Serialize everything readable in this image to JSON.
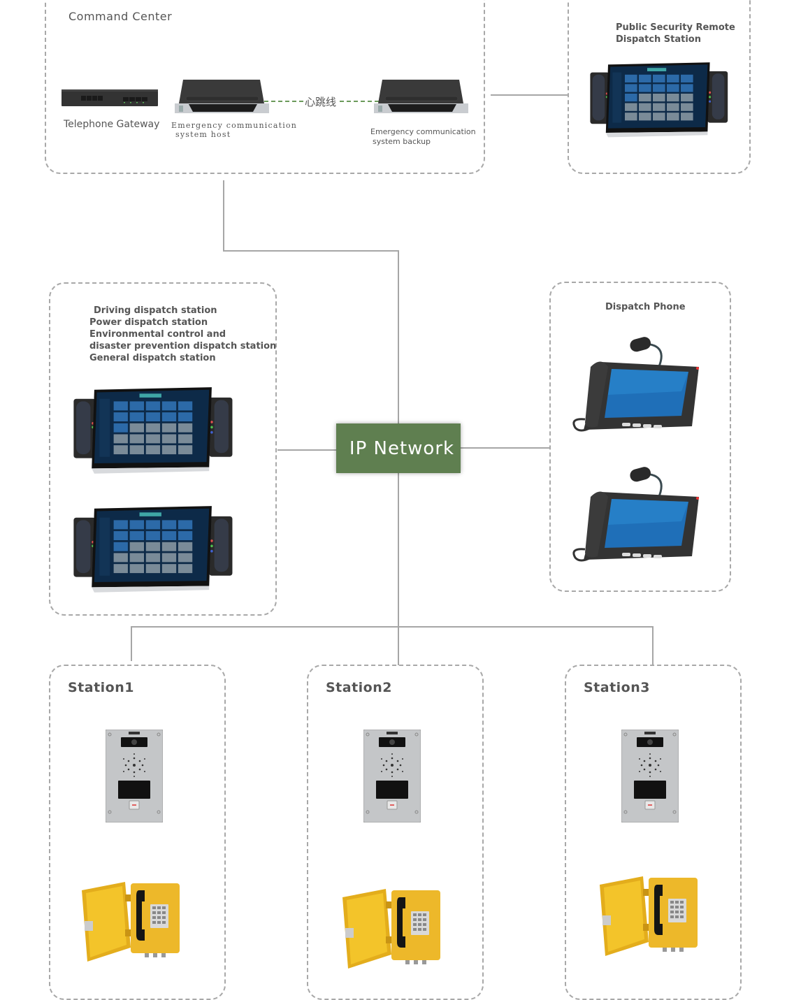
{
  "command_center": {
    "title": "Command Center",
    "telephone_gateway": "Telephone Gateway",
    "host_label_1": "Emergency communication",
    "host_label_2": "system host",
    "backup_label_1": "Emergency communication",
    "backup_label_2": "system backup",
    "heartbeat_label": "心跳线"
  },
  "remote_station": {
    "title_1": "Public Security Remote",
    "title_2": "Dispatch Station"
  },
  "dispatch_stations": {
    "lines": [
      "Driving dispatch station",
      "Power dispatch station",
      "Environmental control and",
      "disaster prevention dispatch station",
      "General dispatch station"
    ]
  },
  "network": {
    "label": "IP Network",
    "color": "#5f7f50"
  },
  "dispatch_phone": {
    "title": "Dispatch Phone"
  },
  "stations": [
    {
      "title": "Station1"
    },
    {
      "title": "Station2"
    },
    {
      "title": "Station3"
    }
  ],
  "colors": {
    "line": "#a6a6a6",
    "heartbeat": "#6b9a5b",
    "text": "#555555"
  }
}
